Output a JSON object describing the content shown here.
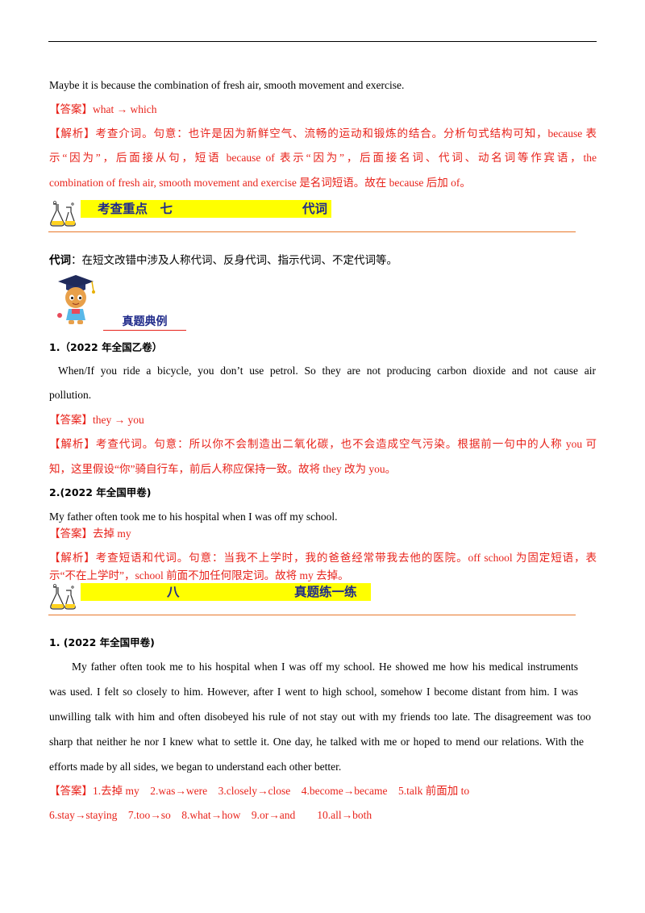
{
  "intro_sentence": "Maybe it is because the combination of fresh air, smooth movement and exercise.",
  "intro_answer": "【答案】what → which",
  "intro_analysis": {
    "line1": "【解析】考查介词。句意：也许是因为新鲜空气、流畅的运动和锻炼的结合。分析句式结构可知，because 表",
    "line2": "示“因为”，后面接从句，短语 because of 表示“因为”，后面接名词、代词、动名词等作宾语，the",
    "line3": "combination of fresh air, smooth movement and exercise 是名词短语。故在 because 后加 of。"
  },
  "section7": {
    "left": "考查重点　七",
    "right": "代词"
  },
  "pronoun_intro": {
    "term": "代词",
    "text": "：在短文改错中涉及人称代词、反身代词、指示代词、不定代词等。"
  },
  "zhenti_label": "真题典例",
  "q1": {
    "heading": "1.（2022 年全国乙卷）",
    "sentence_line1": "When/If  you ride a bicycle, you don’t use petrol. So they are not producing carbon dioxide and not cause air",
    "sentence_line2": "pollution.",
    "answer": "【答案】they → you",
    "analysis_line1": "【解析】考查代词。句意：所以你不会制造出二氧化碳，也不会造成空气污染。根据前一句中的人称 you 可",
    "analysis_line2": "知，这里假设“你”骑自行车，前后人称应保持一致。故将 they 改为 you。"
  },
  "q2": {
    "heading": "2.(2022 年全国甲卷)",
    "sentence": "My father often took me to his hospital when I was off my school.",
    "answer": "【答案】去掉 my",
    "analysis_line1": "【解析】考查短语和代词。句意：当我不上学时，我的爸爸经常带我去他的医院。off school 为固定短语，表",
    "analysis_line2": "示“不在上学时”，school 前面不加任何限定词。故将 my 去掉。"
  },
  "section8": {
    "left": "八",
    "right": "真题练一练"
  },
  "practice": {
    "heading": "1.  (2022 年全国甲卷)",
    "lines": [
      "My father often took me to his hospital when I was off my school. He showed me how his medical instruments",
      "was used. I felt so closely to him. However, after I went to high school, somehow I become distant from him. I was",
      "unwilling talk with him and often disobeyed his rule of not stay out with my friends too late. The disagreement was too",
      "sharp that neither he nor I knew what to settle it. One day, he talked with me or hoped to mend our relations. With the",
      "efforts made by all sides, we began to understand each other better."
    ],
    "answer_line1": "【答案】1.去掉 my　2.was→were　3.closely→close　4.become→became　5.talk 前面加 to",
    "answer_line2": "6.stay→staying　7.too→so　8.what→how　9.or→and　　10.all→both"
  },
  "colors": {
    "answer_red": "#e8231b",
    "highlight_yellow": "#ffff00",
    "heading_navy": "#1f2a8a",
    "rule_orange": "#e8782a"
  },
  "icons": [
    "lab-flask-icon",
    "graduate-mascot-icon"
  ]
}
